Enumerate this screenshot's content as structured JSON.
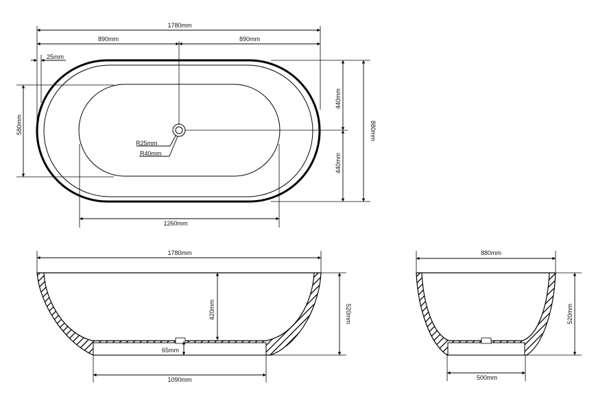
{
  "top_view": {
    "overall_length": "1780mm",
    "half_length_left": "890mm",
    "half_length_right": "890mm",
    "rim_thickness": "25mm",
    "inner_width": "580mm",
    "half_width_top": "440mm",
    "half_width_bottom": "440mm",
    "overall_width": "880mm",
    "drain_inner_radius": "R25mm",
    "drain_outer_radius": "R40mm",
    "basin_flat_length": "1260mm"
  },
  "side_view": {
    "overall_length": "1780mm",
    "inner_depth": "420mm",
    "overall_height": "520mm",
    "base_thickness": "65mm",
    "base_length": "1090mm"
  },
  "end_view": {
    "overall_width": "880mm",
    "overall_height": "520mm",
    "base_width": "500mm"
  }
}
